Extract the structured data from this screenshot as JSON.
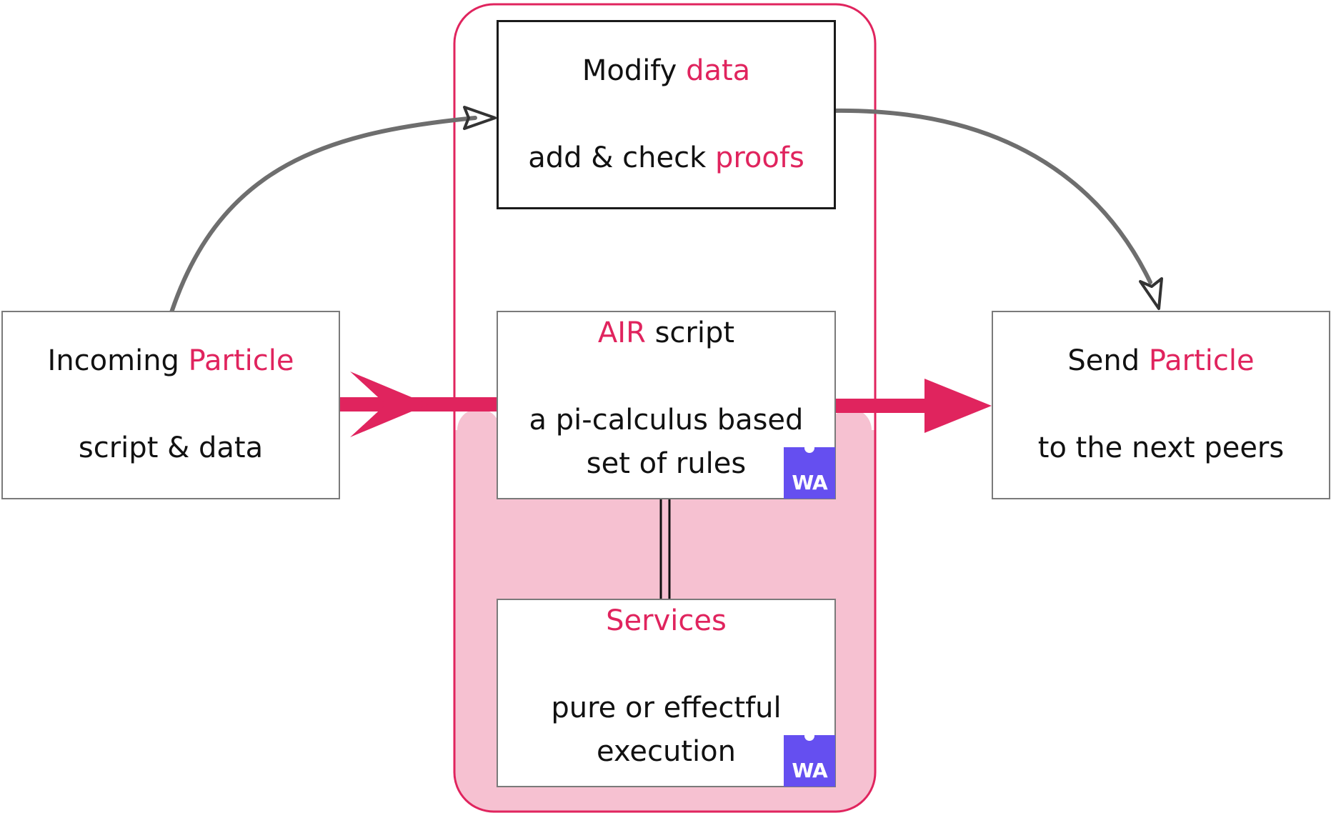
{
  "incoming": {
    "title_plain": "Incoming ",
    "title_accent": "Particle",
    "subtitle": "script & data"
  },
  "modify": {
    "title_plain": "Modify ",
    "title_accent": "data",
    "subtitle_plain": "add & check ",
    "subtitle_accent": "proofs"
  },
  "air": {
    "title_accent": "AIR",
    "title_plain": " script",
    "line1": "a pi-calculus based",
    "line2": "set of rules",
    "badge": "WA"
  },
  "services": {
    "title": "Services",
    "line1": "pure or effectful",
    "line2": "execution",
    "badge": "WA"
  },
  "send": {
    "title_plain": "Send ",
    "title_accent": "Particle",
    "subtitle": "to the next peers"
  },
  "colors": {
    "accent": "#e0245e",
    "container_fill": "#f6c1d1",
    "container_border": "#e0245e",
    "wasm_badge": "#654ff0",
    "gray_arrow": "#6e6e6e"
  }
}
